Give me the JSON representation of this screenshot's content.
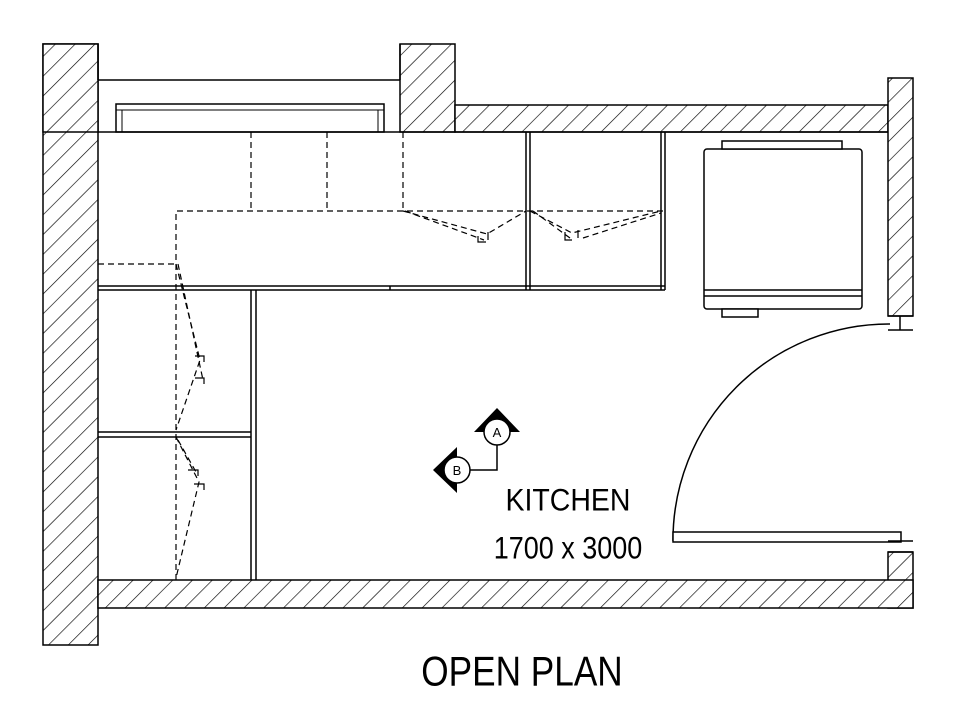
{
  "room": {
    "name": "KITCHEN",
    "dimensions": "1700 x 3000"
  },
  "adjacent_space_label": "OPEN PLAN",
  "section_markers": [
    {
      "letter": "A"
    },
    {
      "letter": "B"
    }
  ],
  "colors": {
    "line": "#000000",
    "background": "#ffffff"
  }
}
